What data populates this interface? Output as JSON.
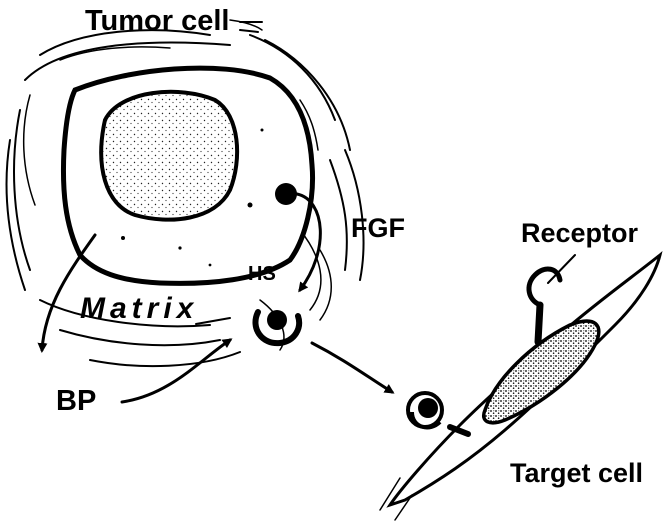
{
  "labels": {
    "tumor_cell": "Tumor cell",
    "matrix": "Matrix",
    "fgf": "FGF",
    "hs": "HS",
    "bp": "BP",
    "receptor": "Receptor",
    "target_cell": "Target cell"
  }
}
